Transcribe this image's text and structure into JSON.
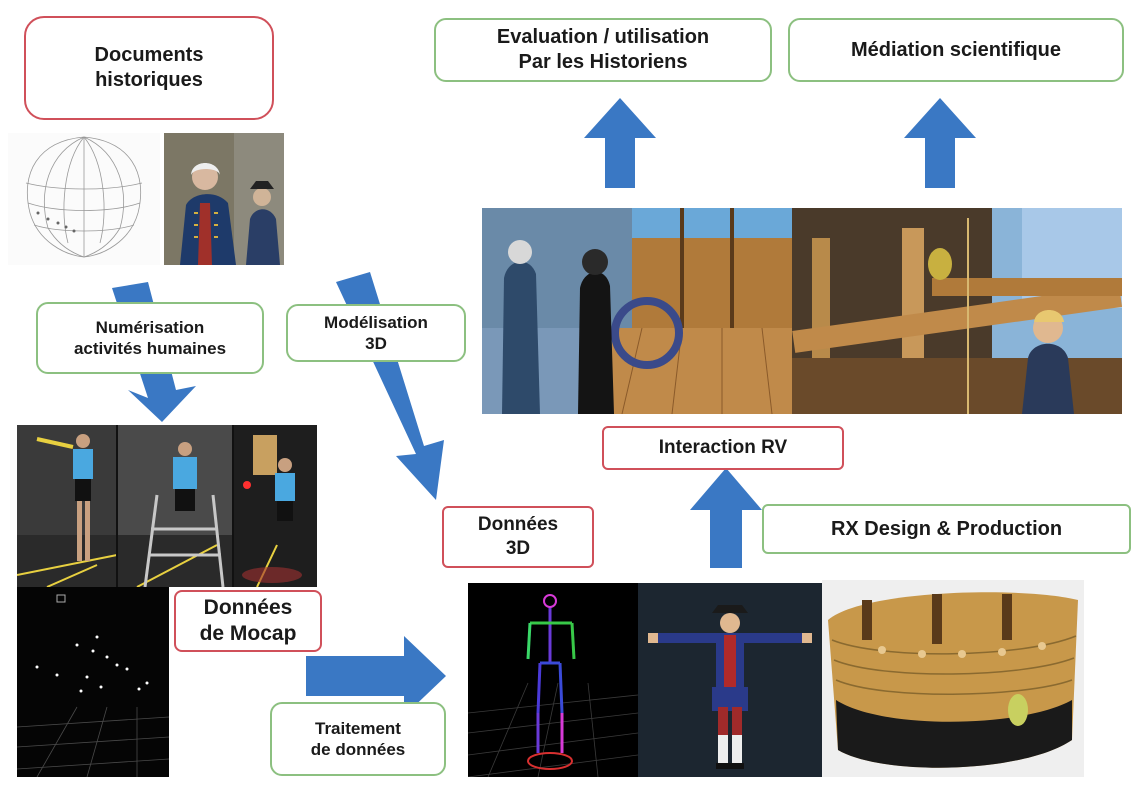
{
  "colors": {
    "arrow": "#3a78c4",
    "red_border": "#d0505a",
    "green_border": "#8cc080"
  },
  "boxes": {
    "documents": [
      "Documents",
      "historiques"
    ],
    "evaluation": [
      "Evaluation / utilisation",
      "Par les  Historiens"
    ],
    "mediation": [
      "Médiation scientifique"
    ],
    "numerisation": [
      "Numérisation",
      "activités humaines"
    ],
    "modelisation": [
      "Modélisation",
      "3D"
    ],
    "interaction": [
      "Interaction RV"
    ],
    "donnees3d": [
      "Données",
      "3D"
    ],
    "rx": [
      "RX Design & Production"
    ],
    "mocap": [
      "Données",
      "de Mocap"
    ],
    "traitement": [
      "Traitement",
      "de données"
    ]
  },
  "images": {
    "hull_drawing": "ship-hull-line-drawing",
    "portrait": "historical-portrait-painting",
    "vr_scene": "vr-ship-deck-scene",
    "game_scene": "virtual-ship-interior-scene",
    "mocap_photos": "motion-capture-actor-photos",
    "mocap_points": "mocap-point-cloud",
    "skeleton": "3d-skeleton-model",
    "character": "3d-character-model",
    "ship_model": "3d-ship-model"
  }
}
